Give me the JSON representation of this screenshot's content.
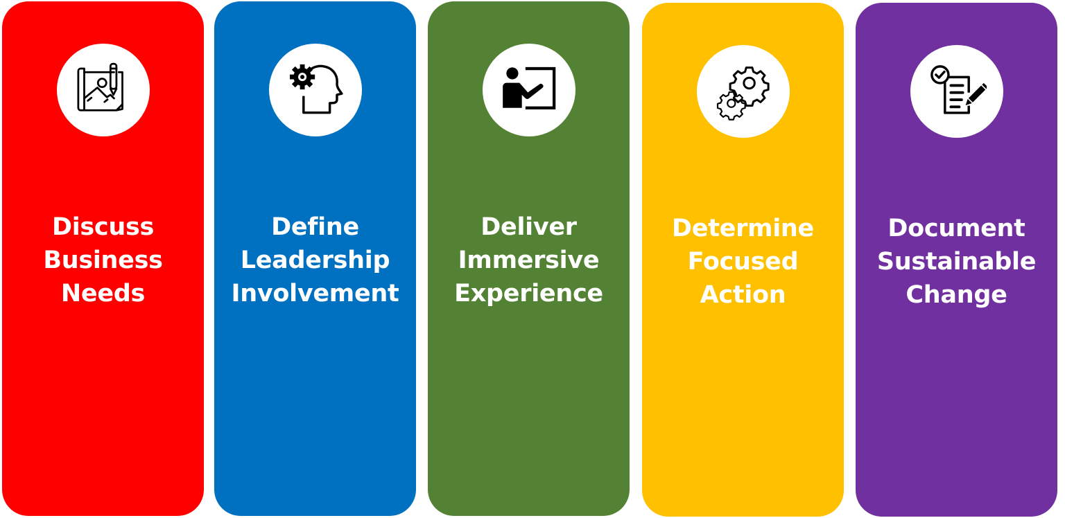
{
  "steps": [
    {
      "id": "discuss",
      "color": "#FF0000",
      "icon": "blueprint-pencil-icon",
      "title_lines": [
        "Discuss",
        "Business",
        "Needs"
      ]
    },
    {
      "id": "define",
      "color": "#0070C0",
      "icon": "head-gear-icon",
      "title_lines": [
        "Define",
        "Leadership",
        "Involvement"
      ]
    },
    {
      "id": "deliver",
      "color": "#548235",
      "icon": "presenter-board-icon",
      "title_lines": [
        "Deliver",
        "Immersive",
        "Experience"
      ]
    },
    {
      "id": "determine",
      "color": "#FFC000",
      "icon": "gears-icon",
      "title_lines": [
        "Determine",
        "Focused",
        "Action"
      ]
    },
    {
      "id": "document",
      "color": "#7030A0",
      "icon": "checklist-document-pen-icon",
      "title_lines": [
        "Document",
        "Sustainable",
        "Change"
      ]
    }
  ]
}
